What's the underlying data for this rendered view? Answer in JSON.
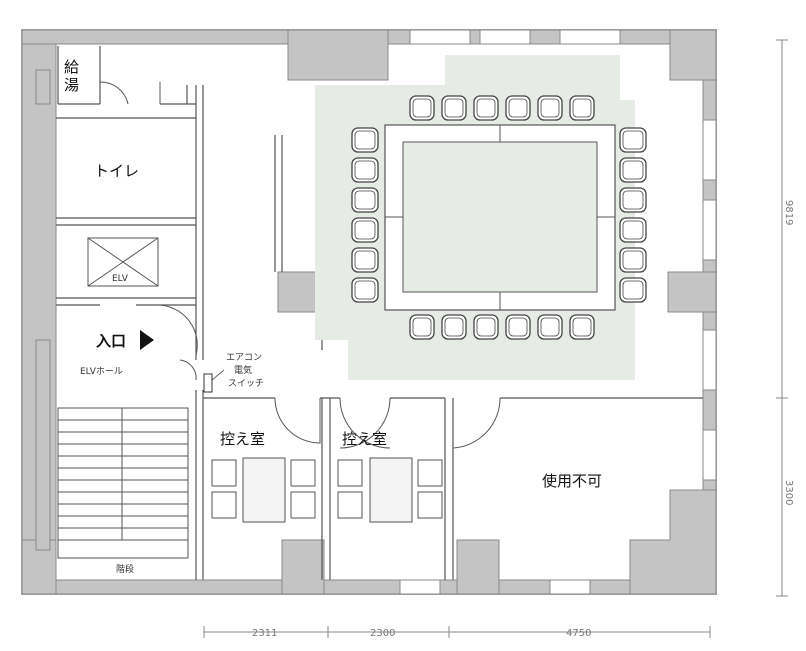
{
  "rooms": {
    "kyuto": "給湯",
    "toilet": "トイレ",
    "elv": "ELV",
    "entrance": "入口",
    "elv_hall": "ELVホール",
    "aircon_line1": "エアコン",
    "aircon_line2": "電気",
    "aircon_line3": "スイッチ",
    "waiting_room_1": "控え室",
    "waiting_room_2": "控え室",
    "unavailable": "使用不可",
    "stairs": "階段"
  },
  "dimensions": {
    "right_top": "9819",
    "right_bottom": "3300",
    "bottom_1": "2311",
    "bottom_2": "2300",
    "bottom_3": "4750"
  },
  "colors": {
    "wall": "#c4c4c4",
    "wall_stroke": "#8a8a8a",
    "meeting_area": "#e6ebe6",
    "line": "#555555"
  },
  "chairs": {
    "top_row": 6,
    "bottom_row": 6,
    "left_column": 6,
    "right_column": 6
  }
}
